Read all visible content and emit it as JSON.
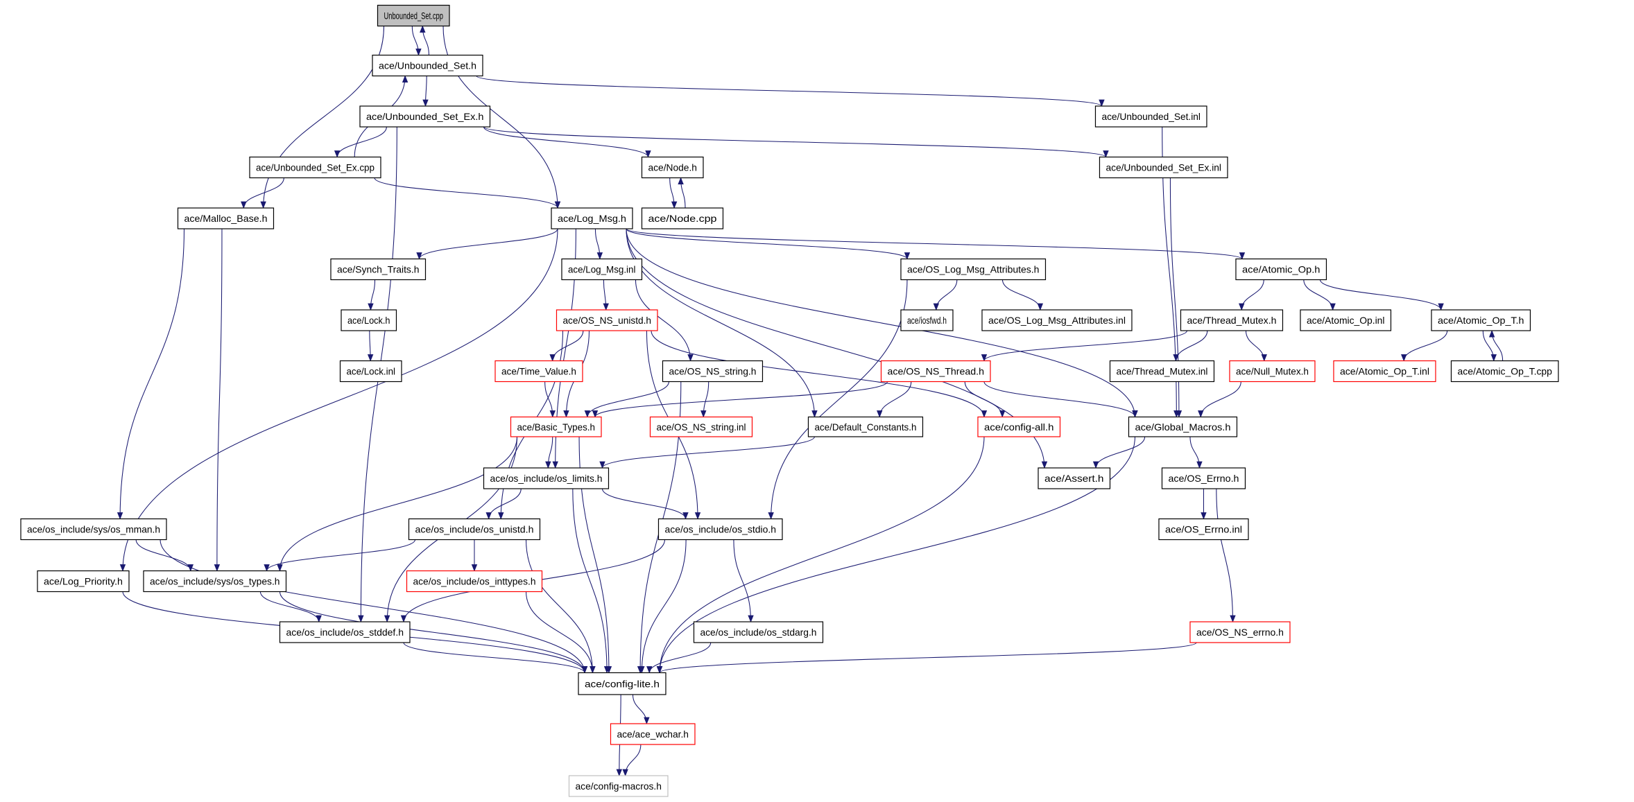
{
  "graph": {
    "edge_color": "#191970",
    "nodes": [
      {
        "id": "n1",
        "label": "Unbounded_Set.cpp",
        "border": "#000000",
        "fill": "#bfbfbf"
      },
      {
        "id": "n2",
        "label": "ace/Unbounded_Set.h",
        "border": "#000000",
        "fill": "#ffffff"
      },
      {
        "id": "n3",
        "label": "ace/Unbounded_Set_Ex.h",
        "border": "#000000",
        "fill": "#ffffff"
      },
      {
        "id": "n4",
        "label": "ace/Unbounded_Set_Ex.cpp",
        "border": "#000000",
        "fill": "#ffffff"
      },
      {
        "id": "n5",
        "label": "ace/Malloc_Base.h",
        "border": "#000000",
        "fill": "#ffffff"
      },
      {
        "id": "n6",
        "label": "ace/Log_Msg.h",
        "border": "#000000",
        "fill": "#ffffff"
      },
      {
        "id": "n7",
        "label": "ace/Node.h",
        "border": "#000000",
        "fill": "#ffffff"
      },
      {
        "id": "n8",
        "label": "ace/Node.cpp",
        "border": "#000000",
        "fill": "#ffffff"
      },
      {
        "id": "n9",
        "label": "ace/Unbounded_Set.inl",
        "border": "#000000",
        "fill": "#ffffff"
      },
      {
        "id": "n10",
        "label": "ace/Unbounded_Set_Ex.inl",
        "border": "#000000",
        "fill": "#ffffff"
      },
      {
        "id": "n11",
        "label": "ace/Synch_Traits.h",
        "border": "#000000",
        "fill": "#ffffff"
      },
      {
        "id": "n12",
        "label": "ace/Lock.h",
        "border": "#000000",
        "fill": "#ffffff"
      },
      {
        "id": "n13",
        "label": "ace/Lock.inl",
        "border": "#000000",
        "fill": "#ffffff"
      },
      {
        "id": "n14",
        "label": "ace/Log_Msg.inl",
        "border": "#000000",
        "fill": "#ffffff"
      },
      {
        "id": "n15",
        "label": "ace/OS_NS_unistd.h",
        "border": "#ff0000",
        "fill": "#ffffff"
      },
      {
        "id": "n16",
        "label": "ace/Time_Value.h",
        "border": "#ff0000",
        "fill": "#ffffff"
      },
      {
        "id": "n17",
        "label": "ace/OS_NS_string.h",
        "border": "#000000",
        "fill": "#ffffff"
      },
      {
        "id": "n18",
        "label": "ace/Basic_Types.h",
        "border": "#ff0000",
        "fill": "#ffffff"
      },
      {
        "id": "n19",
        "label": "ace/OS_NS_string.inl",
        "border": "#ff0000",
        "fill": "#ffffff"
      },
      {
        "id": "n20",
        "label": "ace/Default_Constants.h",
        "border": "#000000",
        "fill": "#ffffff"
      },
      {
        "id": "n21",
        "label": "ace/OS_Log_Msg_Attributes.h",
        "border": "#000000",
        "fill": "#ffffff"
      },
      {
        "id": "n22",
        "label": "ace/iosfwd.h",
        "border": "#000000",
        "fill": "#ffffff"
      },
      {
        "id": "n23",
        "label": "ace/OS_Log_Msg_Attributes.inl",
        "border": "#000000",
        "fill": "#ffffff"
      },
      {
        "id": "n24",
        "label": "ace/Atomic_Op.h",
        "border": "#000000",
        "fill": "#ffffff"
      },
      {
        "id": "n25",
        "label": "ace/Thread_Mutex.h",
        "border": "#000000",
        "fill": "#ffffff"
      },
      {
        "id": "n26",
        "label": "ace/Atomic_Op.inl",
        "border": "#000000",
        "fill": "#ffffff"
      },
      {
        "id": "n27",
        "label": "ace/Atomic_Op_T.h",
        "border": "#000000",
        "fill": "#ffffff"
      },
      {
        "id": "n28",
        "label": "ace/OS_NS_Thread.h",
        "border": "#ff0000",
        "fill": "#ffffff"
      },
      {
        "id": "n29",
        "label": "ace/Thread_Mutex.inl",
        "border": "#000000",
        "fill": "#ffffff"
      },
      {
        "id": "n30",
        "label": "ace/Null_Mutex.h",
        "border": "#ff0000",
        "fill": "#ffffff"
      },
      {
        "id": "n31",
        "label": "ace/Atomic_Op_T.inl",
        "border": "#ff0000",
        "fill": "#ffffff"
      },
      {
        "id": "n32",
        "label": "ace/Atomic_Op_T.cpp",
        "border": "#000000",
        "fill": "#ffffff"
      },
      {
        "id": "n33",
        "label": "ace/config-all.h",
        "border": "#ff0000",
        "fill": "#ffffff"
      },
      {
        "id": "n34",
        "label": "ace/Global_Macros.h",
        "border": "#000000",
        "fill": "#ffffff"
      },
      {
        "id": "n35",
        "label": "ace/Assert.h",
        "border": "#000000",
        "fill": "#ffffff"
      },
      {
        "id": "n36",
        "label": "ace/OS_Errno.h",
        "border": "#000000",
        "fill": "#ffffff"
      },
      {
        "id": "n37",
        "label": "ace/OS_Errno.inl",
        "border": "#000000",
        "fill": "#ffffff"
      },
      {
        "id": "n38",
        "label": "ace/OS_NS_errno.h",
        "border": "#ff0000",
        "fill": "#ffffff"
      },
      {
        "id": "n39",
        "label": "ace/os_include/os_limits.h",
        "border": "#000000",
        "fill": "#ffffff"
      },
      {
        "id": "n40",
        "label": "ace/os_include/os_unistd.h",
        "border": "#000000",
        "fill": "#ffffff"
      },
      {
        "id": "n41",
        "label": "ace/os_include/os_stdio.h",
        "border": "#000000",
        "fill": "#ffffff"
      },
      {
        "id": "n42",
        "label": "ace/os_include/sys/os_mman.h",
        "border": "#000000",
        "fill": "#ffffff"
      },
      {
        "id": "n43",
        "label": "ace/Log_Priority.h",
        "border": "#000000",
        "fill": "#ffffff"
      },
      {
        "id": "n44",
        "label": "ace/os_include/sys/os_types.h",
        "border": "#000000",
        "fill": "#ffffff"
      },
      {
        "id": "n45",
        "label": "ace/os_include/os_inttypes.h",
        "border": "#ff0000",
        "fill": "#ffffff"
      },
      {
        "id": "n46",
        "label": "ace/os_include/os_stddef.h",
        "border": "#000000",
        "fill": "#ffffff"
      },
      {
        "id": "n47",
        "label": "ace/os_include/os_stdarg.h",
        "border": "#000000",
        "fill": "#ffffff"
      },
      {
        "id": "n48",
        "label": "ace/config-lite.h",
        "border": "#000000",
        "fill": "#ffffff"
      },
      {
        "id": "n49",
        "label": "ace/ace_wchar.h",
        "border": "#ff0000",
        "fill": "#ffffff"
      },
      {
        "id": "n50",
        "label": "ace/config-macros.h",
        "border": "#bfbfbf",
        "fill": "#ffffff"
      }
    ],
    "edges": [
      [
        "n1",
        "n2"
      ],
      [
        "n2",
        "n1"
      ],
      [
        "n1",
        "n5"
      ],
      [
        "n1",
        "n6"
      ],
      [
        "n2",
        "n3"
      ],
      [
        "n2",
        "n9"
      ],
      [
        "n3",
        "n4"
      ],
      [
        "n3",
        "n7"
      ],
      [
        "n3",
        "n10"
      ],
      [
        "n3",
        "n46"
      ],
      [
        "n4",
        "n2"
      ],
      [
        "n4",
        "n5"
      ],
      [
        "n4",
        "n6"
      ],
      [
        "n7",
        "n8"
      ],
      [
        "n8",
        "n7"
      ],
      [
        "n5",
        "n42"
      ],
      [
        "n5",
        "n44"
      ],
      [
        "n6",
        "n11"
      ],
      [
        "n6",
        "n14"
      ],
      [
        "n6",
        "n21"
      ],
      [
        "n6",
        "n24"
      ],
      [
        "n6",
        "n43"
      ],
      [
        "n6",
        "n39"
      ],
      [
        "n6",
        "n20"
      ],
      [
        "n6",
        "n35"
      ],
      [
        "n6",
        "n34"
      ],
      [
        "n11",
        "n12"
      ],
      [
        "n12",
        "n13"
      ],
      [
        "n14",
        "n15"
      ],
      [
        "n14",
        "n17"
      ],
      [
        "n15",
        "n16"
      ],
      [
        "n15",
        "n18"
      ],
      [
        "n15",
        "n40"
      ],
      [
        "n15",
        "n41"
      ],
      [
        "n15",
        "n33"
      ],
      [
        "n16",
        "n18"
      ],
      [
        "n17",
        "n18"
      ],
      [
        "n17",
        "n19"
      ],
      [
        "n17",
        "n48"
      ],
      [
        "n18",
        "n39"
      ],
      [
        "n18",
        "n44"
      ],
      [
        "n18",
        "n46"
      ],
      [
        "n18",
        "n48"
      ],
      [
        "n20",
        "n39"
      ],
      [
        "n21",
        "n22"
      ],
      [
        "n21",
        "n23"
      ],
      [
        "n21",
        "n41"
      ],
      [
        "n24",
        "n25"
      ],
      [
        "n24",
        "n26"
      ],
      [
        "n24",
        "n27"
      ],
      [
        "n25",
        "n28"
      ],
      [
        "n25",
        "n29"
      ],
      [
        "n25",
        "n30"
      ],
      [
        "n27",
        "n31"
      ],
      [
        "n27",
        "n32"
      ],
      [
        "n32",
        "n27"
      ],
      [
        "n28",
        "n18"
      ],
      [
        "n28",
        "n20"
      ],
      [
        "n28",
        "n33"
      ],
      [
        "n28",
        "n34"
      ],
      [
        "n30",
        "n34"
      ],
      [
        "n9",
        "n34"
      ],
      [
        "n10",
        "n34"
      ],
      [
        "n34",
        "n35"
      ],
      [
        "n34",
        "n36"
      ],
      [
        "n34",
        "n48"
      ],
      [
        "n36",
        "n37"
      ],
      [
        "n36",
        "n38"
      ],
      [
        "n38",
        "n48"
      ],
      [
        "n33",
        "n48"
      ],
      [
        "n39",
        "n40"
      ],
      [
        "n39",
        "n41"
      ],
      [
        "n39",
        "n48"
      ],
      [
        "n40",
        "n44"
      ],
      [
        "n40",
        "n45"
      ],
      [
        "n40",
        "n48"
      ],
      [
        "n41",
        "n46"
      ],
      [
        "n41",
        "n47"
      ],
      [
        "n41",
        "n48"
      ],
      [
        "n42",
        "n44"
      ],
      [
        "n42",
        "n48"
      ],
      [
        "n43",
        "n48"
      ],
      [
        "n44",
        "n46"
      ],
      [
        "n44",
        "n48"
      ],
      [
        "n45",
        "n48"
      ],
      [
        "n46",
        "n48"
      ],
      [
        "n47",
        "n48"
      ],
      [
        "n48",
        "n49"
      ],
      [
        "n48",
        "n50"
      ],
      [
        "n49",
        "n50"
      ]
    ]
  }
}
